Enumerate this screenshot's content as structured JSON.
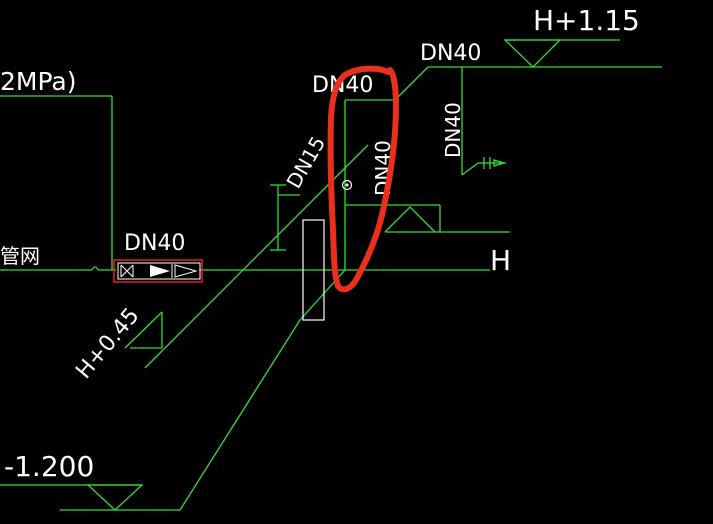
{
  "drawing": {
    "labels": {
      "pressure_partial": "2MPa)",
      "network_partial": "管网",
      "dn40_main": "DN40",
      "dn40_top": "DN40",
      "dn40_covered": "DN40",
      "dn40_vertical_right": "DN40",
      "dn40_vertical_center": "DN40",
      "dn15_diagonal": "DN15",
      "elev_top": "H+1.15",
      "elev_diagonal": "H+0.45",
      "elev_right": "H",
      "elev_bottom": "-1.200"
    },
    "colors": {
      "background": "#000000",
      "pipe": "#33dd33",
      "text": "#ffffff",
      "valve_box": "#dd2222",
      "markup": "#e8301c"
    }
  }
}
